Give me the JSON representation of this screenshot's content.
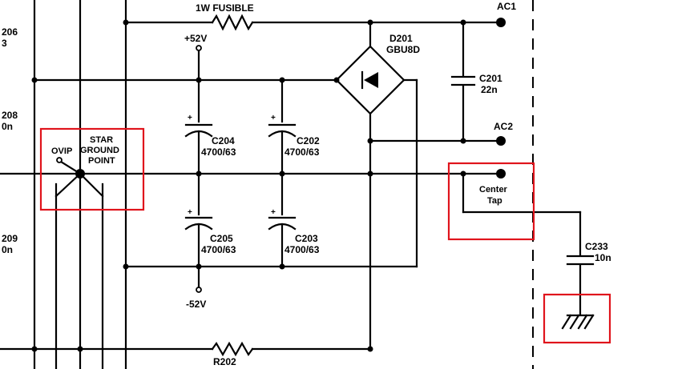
{
  "labels": {
    "fusible": "1W FUSIBLE",
    "ac1": "AC1",
    "ac2": "AC2",
    "d201_ref": "D201",
    "d201_part": "GBU8D",
    "c201_ref": "C201",
    "c201_val": "22n",
    "pos52": "+52V",
    "neg52": "-52V",
    "c204_ref": "C204",
    "c204_val": "4700/63",
    "c202_ref": "C202",
    "c202_val": "4700/63",
    "c205_ref": "C205",
    "c205_val": "4700/63",
    "c203_ref": "C203",
    "c203_val": "4700/63",
    "ovip": "OVIP",
    "star_1": "STAR",
    "star_2": "GROUND",
    "star_3": "POINT",
    "center_1": "Center",
    "center_2": "Tap",
    "c233_ref": "C233",
    "c233_val": "10n",
    "r202": "R202",
    "edge_206": "206",
    "edge_3": "3",
    "edge_208": "208",
    "edge_0n_a": "0n",
    "edge_209": "209",
    "edge_0n_b": "0n"
  },
  "highlights": [
    "star-ground-highlight",
    "center-tap-highlight",
    "chassis-ground-highlight"
  ],
  "colors": {
    "highlight": "#e0141c",
    "ink": "#000000",
    "paper": "#ffffff"
  }
}
